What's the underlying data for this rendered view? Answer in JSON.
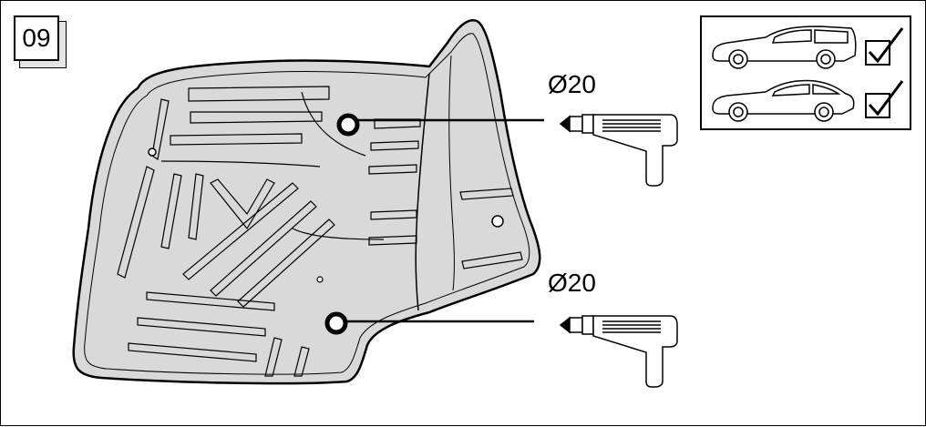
{
  "step": {
    "number": "09"
  },
  "holes": [
    {
      "diameter_label": "Ø20",
      "tool_icon": "drill-icon"
    },
    {
      "diameter_label": "Ø20",
      "tool_icon": "drill-icon"
    }
  ],
  "vehicle_variants": [
    {
      "icon": "estate-car-icon",
      "status_icon": "checked-box-icon"
    },
    {
      "icon": "sedan-car-icon",
      "status_icon": "checked-box-icon"
    }
  ],
  "colors": {
    "mat_fill": "#d9d9d9",
    "line": "#000000"
  }
}
